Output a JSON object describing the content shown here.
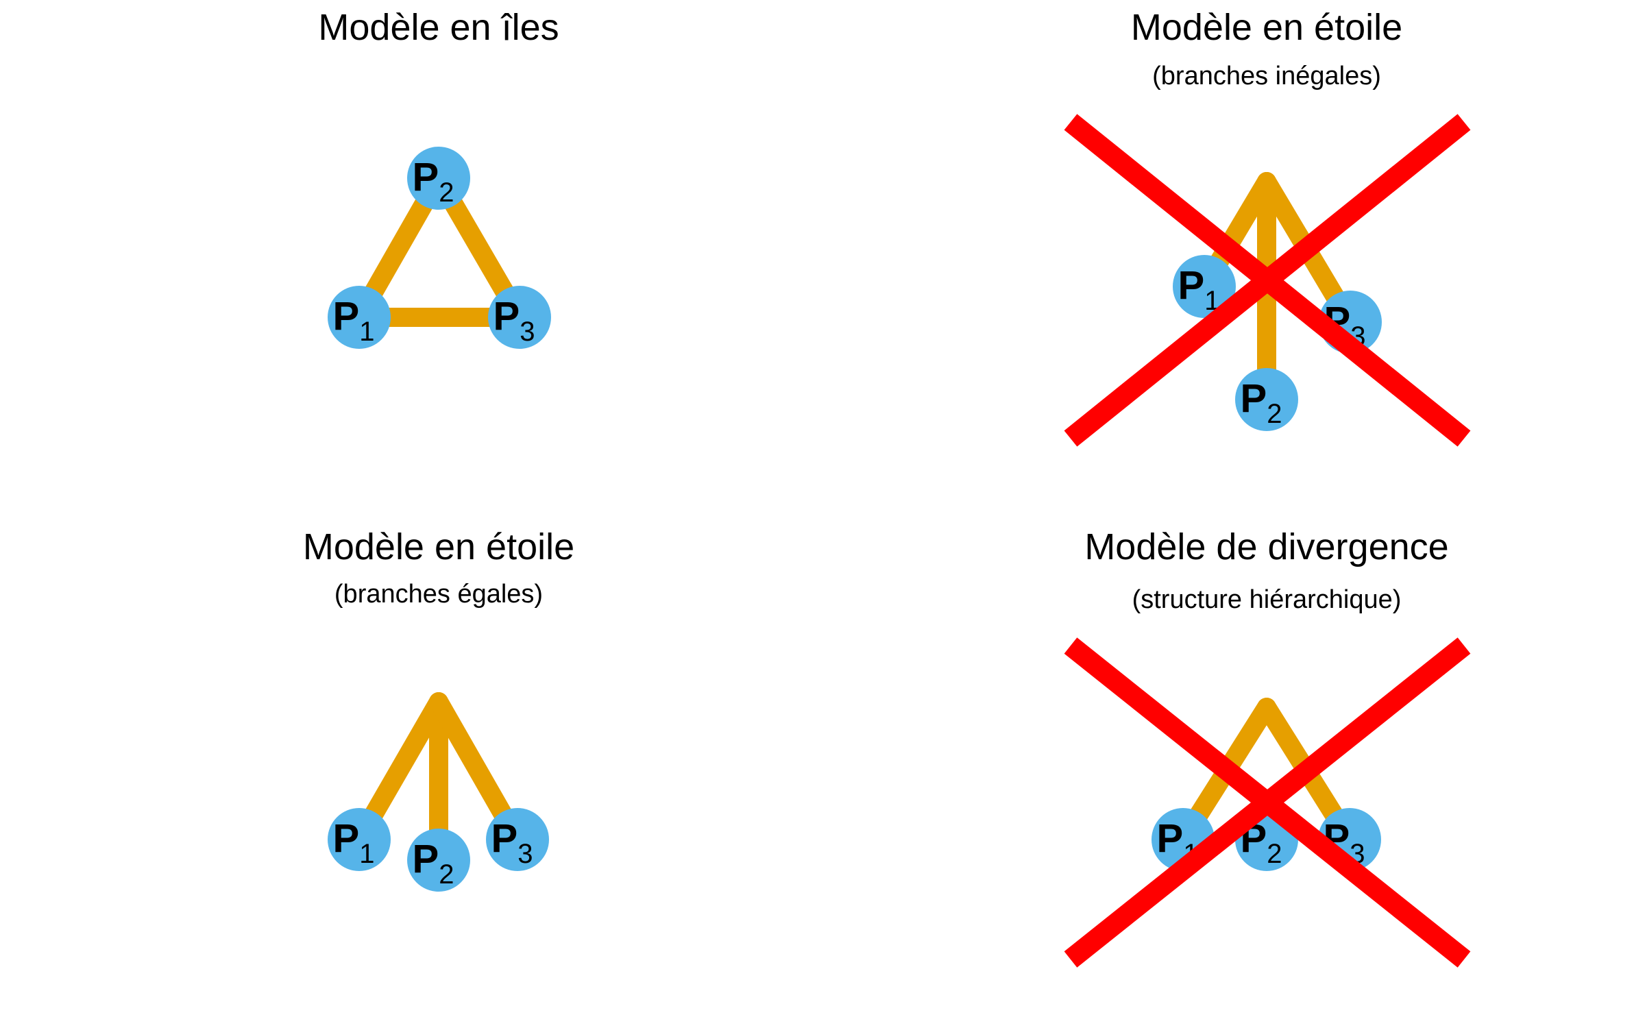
{
  "colors": {
    "edge": "#E69F00",
    "node": "#56B4E9",
    "cross": "#FF0000",
    "text": "#000000"
  },
  "panels": [
    {
      "id": "islands",
      "title": "Modèle en îles",
      "subtitle": "",
      "crossed": false,
      "nodes": [
        {
          "main": "P",
          "sub": "2"
        },
        {
          "main": "P",
          "sub": "1"
        },
        {
          "main": "P",
          "sub": "3"
        }
      ]
    },
    {
      "id": "star-unequal",
      "title": "Modèle en étoile",
      "subtitle": "(branches inégales)",
      "crossed": true,
      "nodes": [
        {
          "main": "P",
          "sub": "1"
        },
        {
          "main": "P",
          "sub": "3"
        },
        {
          "main": "P",
          "sub": "2"
        }
      ]
    },
    {
      "id": "star-equal",
      "title": "Modèle en étoile",
      "subtitle": "(branches égales)",
      "crossed": false,
      "nodes": [
        {
          "main": "P",
          "sub": "1"
        },
        {
          "main": "P",
          "sub": "2"
        },
        {
          "main": "P",
          "sub": "3"
        }
      ]
    },
    {
      "id": "divergence",
      "title": "Modèle de divergence",
      "subtitle": "(structure hiérarchique)",
      "crossed": true,
      "nodes": [
        {
          "main": "P",
          "sub": "1"
        },
        {
          "main": "P",
          "sub": "2"
        },
        {
          "main": "P",
          "sub": "3"
        }
      ]
    }
  ]
}
